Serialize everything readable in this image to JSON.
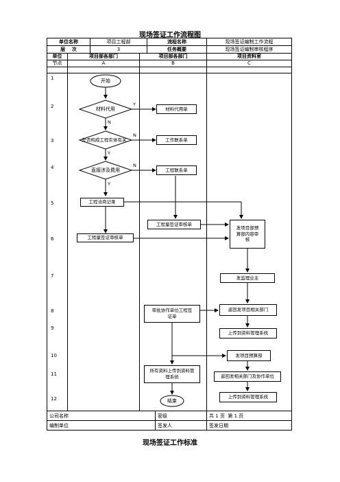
{
  "title": "现场签证工作流程图",
  "footer_title": "现场签证工作标准",
  "header": {
    "unit_name_label": "单位名称",
    "unit_name_value": "项目工程部",
    "process_name_label": "流程名称",
    "process_name_value": "现场签证编制工作流程",
    "level_label": "层    次",
    "level_value": "3",
    "task_label": "任务概要",
    "task_value": "现场签证编制审核程序"
  },
  "columns": {
    "unit": "单位",
    "dept_a": "项目部各部门",
    "dept_b": "项目部各部门",
    "dept_c": "项目资料室",
    "node": "节点",
    "a": "A",
    "b": "B",
    "c": "C"
  },
  "nodes": [
    "1",
    "2",
    "3",
    "4",
    "5",
    "6",
    "7",
    "8",
    "9",
    "10",
    "11",
    "12"
  ],
  "flow": {
    "start": "开始",
    "d1": "材料代用",
    "d2": "是否构成工程实体有关",
    "d3": "直接涉及费用",
    "b_material": "材料代用单",
    "b_contact1": "工作联系单",
    "b_contact2": "工程联系单",
    "a_negotiation": "工程洽商记录",
    "b_quantity": "工程量签证审核单",
    "a_quantity": "工程量签证审核单",
    "c_review": "发项目部预算部内容审核",
    "c_supervisor": "发监理业主",
    "b_approve": "审批协作单位工程签证单",
    "c_return": "返回发项目相关部门",
    "c_upload1": "上传到资料管理系统",
    "c_budget": "发项目预算部",
    "b_upload": "所有资料上传到资料管理系统",
    "c_return2": "返回发相关部门及协作单位",
    "c_upload2": "上传到资料管理系统",
    "end": "结束",
    "y": "Y",
    "n": "N"
  },
  "footer": {
    "company": "公司名称",
    "secret": "密级",
    "pages": "共 1 页  第 1 页",
    "unit": "编制单位",
    "issuer": "签发人",
    "date": "签发日期"
  }
}
